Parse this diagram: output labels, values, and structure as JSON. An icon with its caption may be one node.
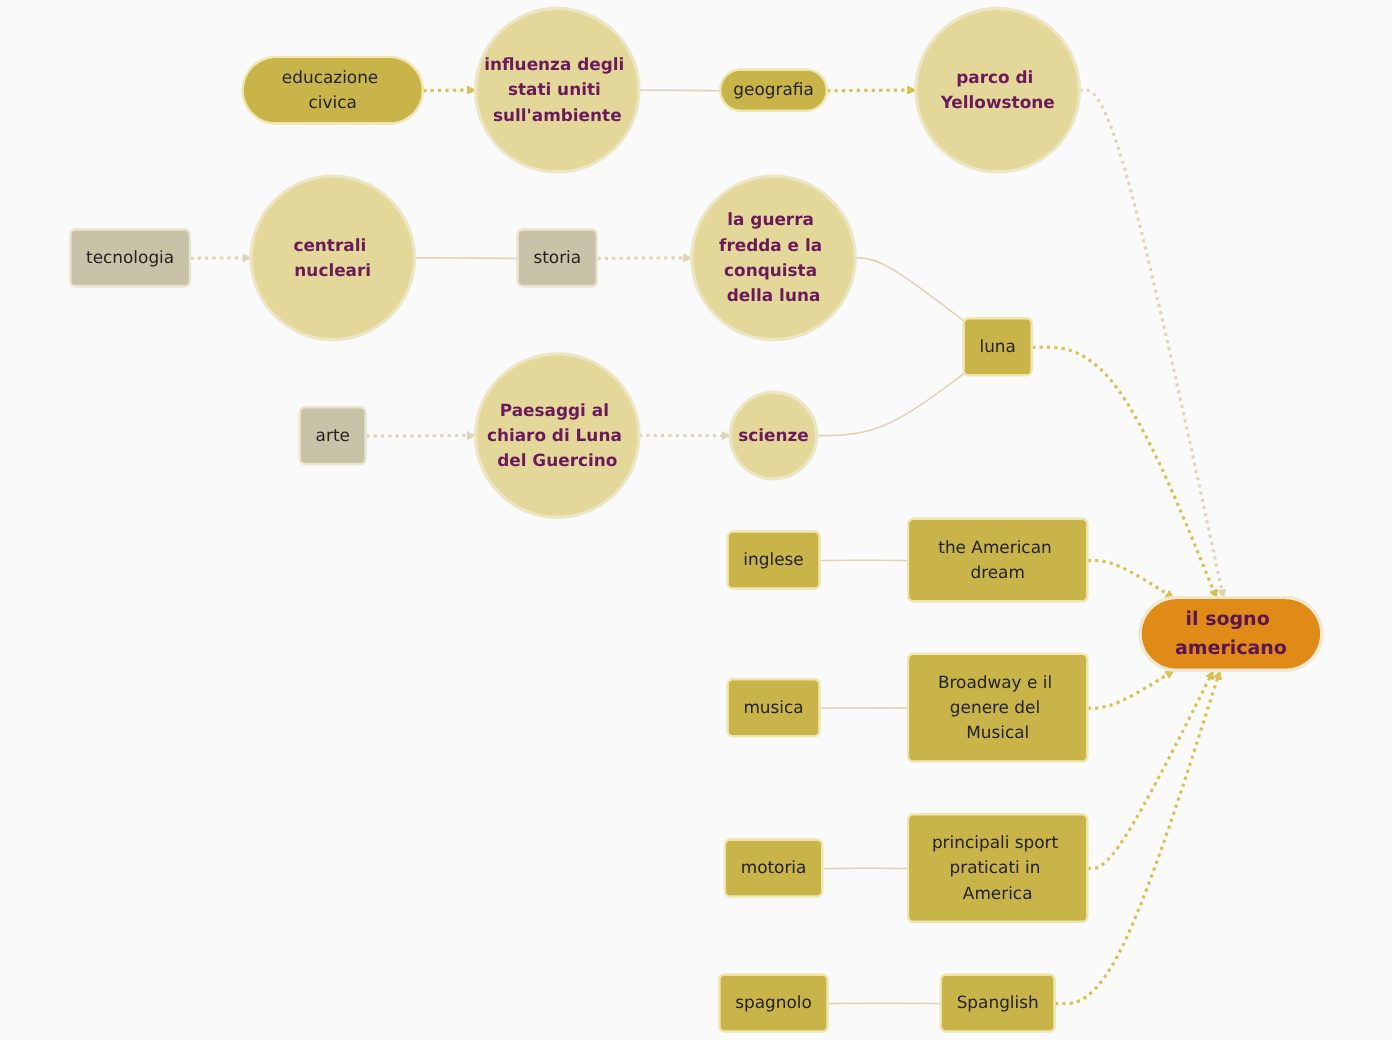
{
  "diagram": {
    "nodes": [
      {
        "text": [
          "educazione civica"
        ]
      },
      {
        "text": [
          "influenza degli stati uniti sull'ambiente"
        ]
      },
      {
        "text": [
          "geografia"
        ]
      },
      {
        "text": [
          "parco di Yellowstone"
        ]
      },
      {
        "text": [
          "tecnologia"
        ]
      },
      {
        "text": [
          "centrali nucleari"
        ]
      },
      {
        "text": [
          "storia"
        ]
      },
      {
        "text": [
          "la guerra fredda e la conquista della luna"
        ]
      },
      {
        "text": [
          "arte"
        ]
      },
      {
        "text": [
          "Paesaggi al chiaro di Luna del Guercino"
        ]
      },
      {
        "text": [
          "scienze"
        ]
      },
      {
        "text": [
          "luna"
        ]
      },
      {
        "text": [
          "il sogno americano"
        ]
      },
      {
        "text": [
          "the American dream"
        ]
      },
      {
        "text": [
          "inglese"
        ]
      },
      {
        "text": [
          "Broadway e il genere del Musical"
        ]
      },
      {
        "text": [
          "musica"
        ]
      },
      {
        "text": [
          "principali sport praticati in America"
        ]
      },
      {
        "text": [
          "motoria"
        ]
      },
      {
        "text": [
          "spagnolo"
        ]
      },
      {
        "text": [
          "Spanglish"
        ]
      }
    ],
    "edges": [
      {
        "from": 0,
        "to": 1,
        "arrow": "to",
        "style": "dashed",
        "color": "#d9c050"
      },
      {
        "from": 1,
        "to": 2,
        "arrow": "none"
      },
      {
        "from": 2,
        "to": 3,
        "arrow": "to",
        "style": "dashed",
        "color": "#d9c050"
      },
      {
        "from": 3,
        "to": 12,
        "arrow": "to",
        "style": "dashed"
      },
      {
        "from": 4,
        "to": 5,
        "arrow": "to",
        "style": "dashed"
      },
      {
        "from": 5,
        "to": 6,
        "arrow": "none"
      },
      {
        "from": 6,
        "to": 7,
        "arrow": "to",
        "style": "dashed"
      },
      {
        "from": 8,
        "to": 9,
        "arrow": "to",
        "style": "dashed"
      },
      {
        "from": 9,
        "to": 10,
        "arrow": "to",
        "style": "dashed"
      },
      {
        "from": 7,
        "to": 11,
        "arrow": "none"
      },
      {
        "from": 10,
        "to": 11,
        "arrow": "none"
      },
      {
        "from": 11,
        "to": 12,
        "arrow": "to",
        "style": "dashed",
        "color": "#d9c050"
      },
      {
        "from": 13,
        "to": 12,
        "arrow": "to",
        "style": "dashed",
        "color": "#d9c050"
      },
      {
        "from": 14,
        "to": 13,
        "arrow": "none"
      },
      {
        "from": 15,
        "to": 12,
        "arrow": "to",
        "style": "dashed",
        "color": "#d9c050"
      },
      {
        "from": 16,
        "to": 15,
        "arrow": "none"
      },
      {
        "from": 17,
        "to": 12,
        "arrow": "to",
        "style": "dashed",
        "color": "#d9c050"
      },
      {
        "from": 18,
        "to": 17,
        "arrow": "none"
      },
      {
        "from": 20,
        "to": 12,
        "arrow": "to",
        "style": "dashed",
        "color": "#d9c050"
      },
      {
        "from": 19,
        "to": 20,
        "arrow": "none"
      }
    ]
  }
}
